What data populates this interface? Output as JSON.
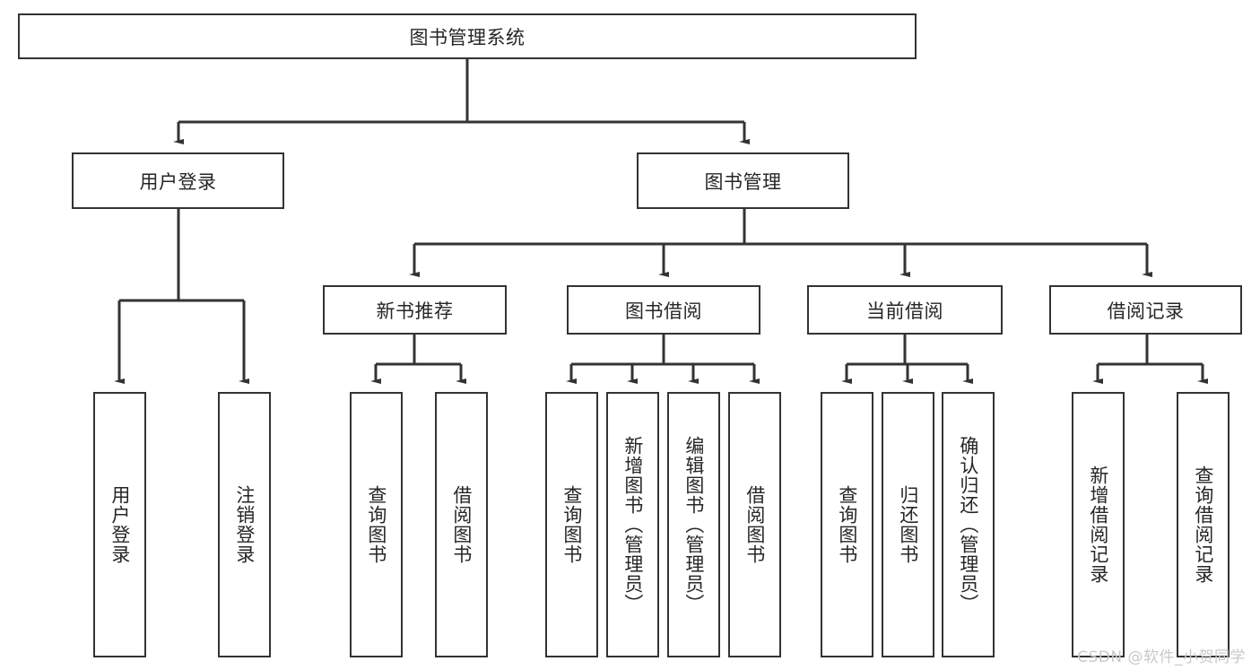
{
  "diagram": {
    "title_node": {
      "label": "图书管理系统"
    },
    "level2": [
      {
        "id": "user-login",
        "label": "用户登录"
      },
      {
        "id": "book-management",
        "label": "图书管理"
      }
    ],
    "level3": [
      {
        "id": "new-book-recommend",
        "label": "新书推荐"
      },
      {
        "id": "book-borrow",
        "label": "图书借阅"
      },
      {
        "id": "current-borrow",
        "label": "当前借阅"
      },
      {
        "id": "borrow-record",
        "label": "借阅记录"
      }
    ],
    "leaves": {
      "user_login": [
        {
          "id": "leaf-user-login",
          "label": "用户登录"
        },
        {
          "id": "leaf-logout-login",
          "label": "注销登录"
        }
      ],
      "new_book_recommend": [
        {
          "id": "leaf-query-book-1",
          "label": "查询图书"
        },
        {
          "id": "leaf-borrow-book-1",
          "label": "借阅图书"
        }
      ],
      "book_borrow": [
        {
          "id": "leaf-query-book-2",
          "label": "查询图书"
        },
        {
          "id": "leaf-add-book",
          "label": "新增图书（管理员）"
        },
        {
          "id": "leaf-edit-book",
          "label": "编辑图书（管理员）"
        },
        {
          "id": "leaf-borrow-book-2",
          "label": "借阅图书"
        }
      ],
      "current_borrow": [
        {
          "id": "leaf-query-book-3",
          "label": "查询图书"
        },
        {
          "id": "leaf-return-book",
          "label": "归还图书"
        },
        {
          "id": "leaf-confirm-return",
          "label": "确认归还（管理员）"
        }
      ],
      "borrow_record": [
        {
          "id": "leaf-add-borrow-record",
          "label": "新增借阅记录"
        },
        {
          "id": "leaf-query-borrow-record",
          "label": "查询借阅记录"
        }
      ]
    },
    "watermark": "CSDN @软件_小贺同学",
    "colors": {
      "stroke": "#333333",
      "fill": "#ffffff",
      "text": "#262626",
      "watermark": "#c9c9c9"
    }
  }
}
